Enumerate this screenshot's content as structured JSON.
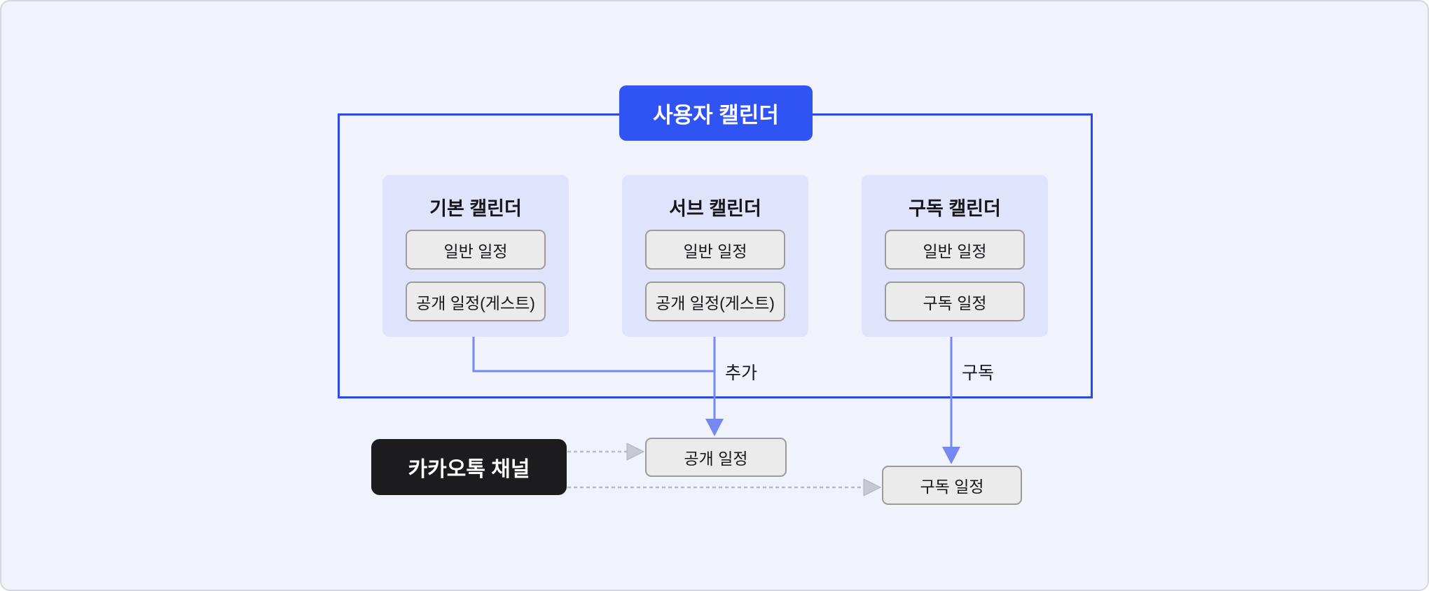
{
  "colors": {
    "page_bg": "#f0f3fc",
    "page_border": "#d6d8dd",
    "accent_blue": "#3053f3",
    "container_border": "#2b48f0",
    "connector_blue": "#7589f1",
    "card_bg": "#dfe3fb",
    "item_bg": "#ebebeb",
    "item_border": "#9b9b9b",
    "black_box_bg": "#1c1c1e",
    "dashed_gray": "#b7bac3",
    "arrowhead_gray": "#c6c9d2",
    "text_dark": "#17171b",
    "text_light": "#ffffff"
  },
  "diagram": {
    "root": {
      "label": "사용자 캘린더"
    },
    "cards": [
      {
        "title": "기본 캘린더",
        "items": [
          "일반 일정",
          "공개 일정(게스트)"
        ]
      },
      {
        "title": "서브 캘린더",
        "items": [
          "일반 일정",
          "공개 일정(게스트)"
        ]
      },
      {
        "title": "구독 캘린더",
        "items": [
          "일반 일정",
          "구독 일정"
        ]
      }
    ],
    "edges": {
      "add_label": "추가",
      "subscribe_label": "구독"
    },
    "external": {
      "label": "카카오톡 채널"
    },
    "outputs": {
      "public_event": "공개 일정",
      "subscribed_event": "구독 일정"
    }
  }
}
